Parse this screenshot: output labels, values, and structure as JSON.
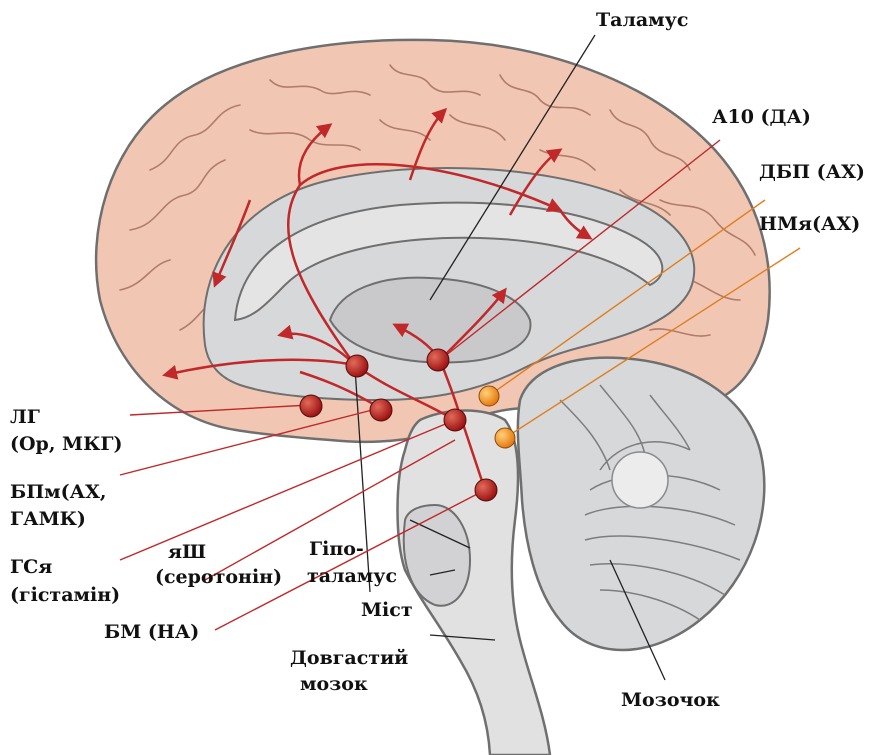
{
  "colors": {
    "cortex": "#f1c7b4",
    "inner": "#d7d8da",
    "outline": "#6f6f6f",
    "pathway": "#c0282a",
    "node_red": "#9e1414",
    "node_orange": "#f08a1c",
    "pointer": "#222222"
  },
  "labels": {
    "thalamus": "Таламус",
    "a10": "А10 (ДА)",
    "dbp": "ДБП (АХ)",
    "nmya": "НМя(АХ)",
    "lg_1": "ЛГ",
    "lg_2": "(Ор, МКГ)",
    "bpm_1": "БПм(АХ,",
    "bpm_2": "ГАМК)",
    "gsya_1": "ГСя",
    "gsya_2": "(гістамін)",
    "yash_1": "яШ",
    "yash_2": "(серотонін)",
    "hypo_1": "Гіпо-",
    "hypo_2": "таламус",
    "pons": "Міст",
    "medulla_1": "Довгастий",
    "medulla_2": "мозок",
    "bm": "БМ (НА)",
    "cerebellum": "Мозочок"
  },
  "icons": [
    "neuron-node",
    "pathway-arrow"
  ]
}
